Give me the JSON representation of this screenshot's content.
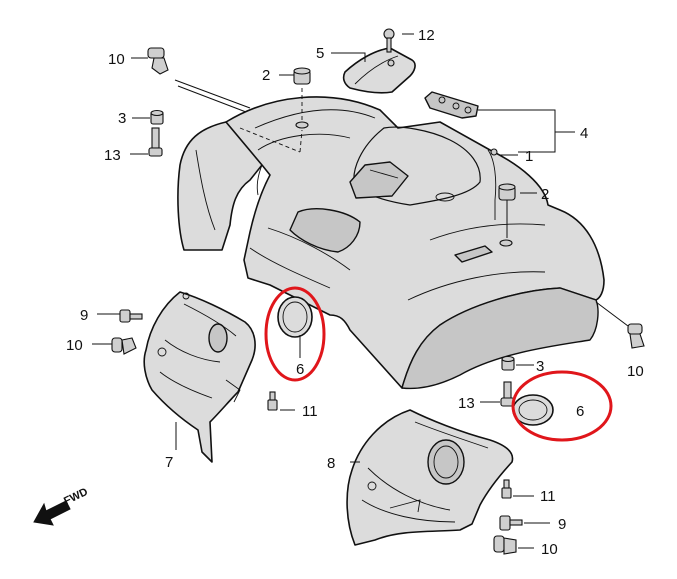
{
  "labels": {
    "p1": "1",
    "p2a": "2",
    "p2b": "2",
    "p3a": "3",
    "p3b": "3",
    "p4": "4",
    "p5": "5",
    "p6a": "6",
    "p6b": "6",
    "p7": "7",
    "p8": "8",
    "p9a": "9",
    "p9b": "9",
    "p10a": "10",
    "p10b": "10",
    "p10c": "10",
    "p10d": "10",
    "p11a": "11",
    "p11b": "11",
    "p12": "12",
    "p13a": "13",
    "p13b": "13"
  },
  "direction_label": "FWD",
  "colors": {
    "callout": "#e0161b",
    "part_fill": "#dcdcdc",
    "line": "#111111"
  }
}
